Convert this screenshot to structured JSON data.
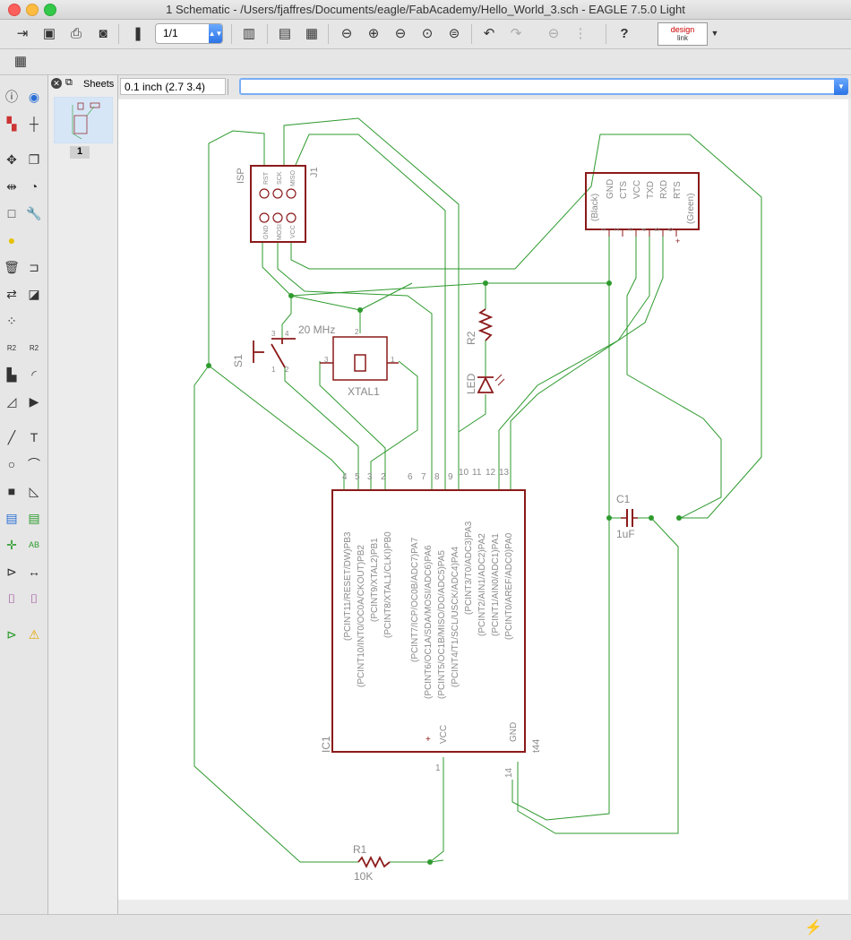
{
  "window": {
    "title": "1 Schematic - /Users/fjaffres/Documents/eagle/FabAcademy/Hello_World_3.sch - EAGLE 7.5.0 Light"
  },
  "toolbar": {
    "sheet_value": "1/1",
    "designlink_label_1": "design",
    "designlink_label_2": "link"
  },
  "sheets_panel": {
    "title": "Sheets",
    "sheet_number": "1"
  },
  "coord_display": "0.1 inch (2.7 3.4)",
  "command_line": {
    "value": ""
  },
  "schematic": {
    "colors": {
      "net": "#2e9a2e",
      "part": "#8b1a1a",
      "text": "#8a8a8a"
    },
    "isp": {
      "name": "ISP",
      "ref": "J1",
      "pins_top": [
        "RST",
        "SCK",
        "MISO"
      ],
      "pins_bottom": [
        "GND",
        "MOSI",
        "VCC"
      ]
    },
    "ftdi": {
      "labels": [
        "(Black)",
        "GND",
        "CTS",
        "VCC",
        "TXD",
        "RXD",
        "RTS",
        "(Green)"
      ],
      "pins": [
        "1",
        "2",
        "3",
        "4",
        "5",
        "6"
      ]
    },
    "switch": {
      "ref": "S1",
      "pins": [
        "1",
        "2",
        "3",
        "4"
      ]
    },
    "crystal": {
      "ref": "XTAL1",
      "value": "20 MHz",
      "pins": [
        "1",
        "2",
        "3"
      ]
    },
    "resistor2": {
      "ref": "R2"
    },
    "led": {
      "ref": "LED"
    },
    "capacitor": {
      "ref": "C1",
      "value": "1uF"
    },
    "resistor1": {
      "ref": "R1",
      "value": "10K"
    },
    "ic": {
      "ref": "IC1",
      "package": "t44",
      "left_pins": [
        {
          "num": "4",
          "label": "(PCINT11/RESET/DW)PB3"
        },
        {
          "num": "5",
          "label": "(PCINT10/INT0/OC0A/CKOUT)PB2"
        },
        {
          "num": "3",
          "label": "(PCINT9/XTAL2)PB1"
        },
        {
          "num": "2",
          "label": "(PCINT8/XTAL1/CLKI)PB0"
        }
      ],
      "right_pins": [
        {
          "num": "6",
          "label": "(PCINT7/ICP/OC0B/ADC7)PA7"
        },
        {
          "num": "7",
          "label": "(PCINT6/OC1A/SDA/MOSI/ADC6)PA6"
        },
        {
          "num": "8",
          "label": "(PCINT5/OC1B/MISO/DO/ADC5)PA5"
        },
        {
          "num": "9",
          "label": "(PCINT4/T1/SCL/USCK/ADC4)PA4"
        },
        {
          "num": "10",
          "label": "(PCINT3/T0/ADC3)PA3"
        },
        {
          "num": "11",
          "label": "(PCINT2/AIN1/ADC2)PA2"
        },
        {
          "num": "12",
          "label": "(PCINT1/AIN0/ADC1)PA1"
        },
        {
          "num": "13",
          "label": "(PCINT0/AREF/ADC0)PA0"
        }
      ],
      "vcc": {
        "num": "1",
        "label": "VCC"
      },
      "gnd": {
        "num": "14",
        "label": "GND"
      }
    }
  }
}
